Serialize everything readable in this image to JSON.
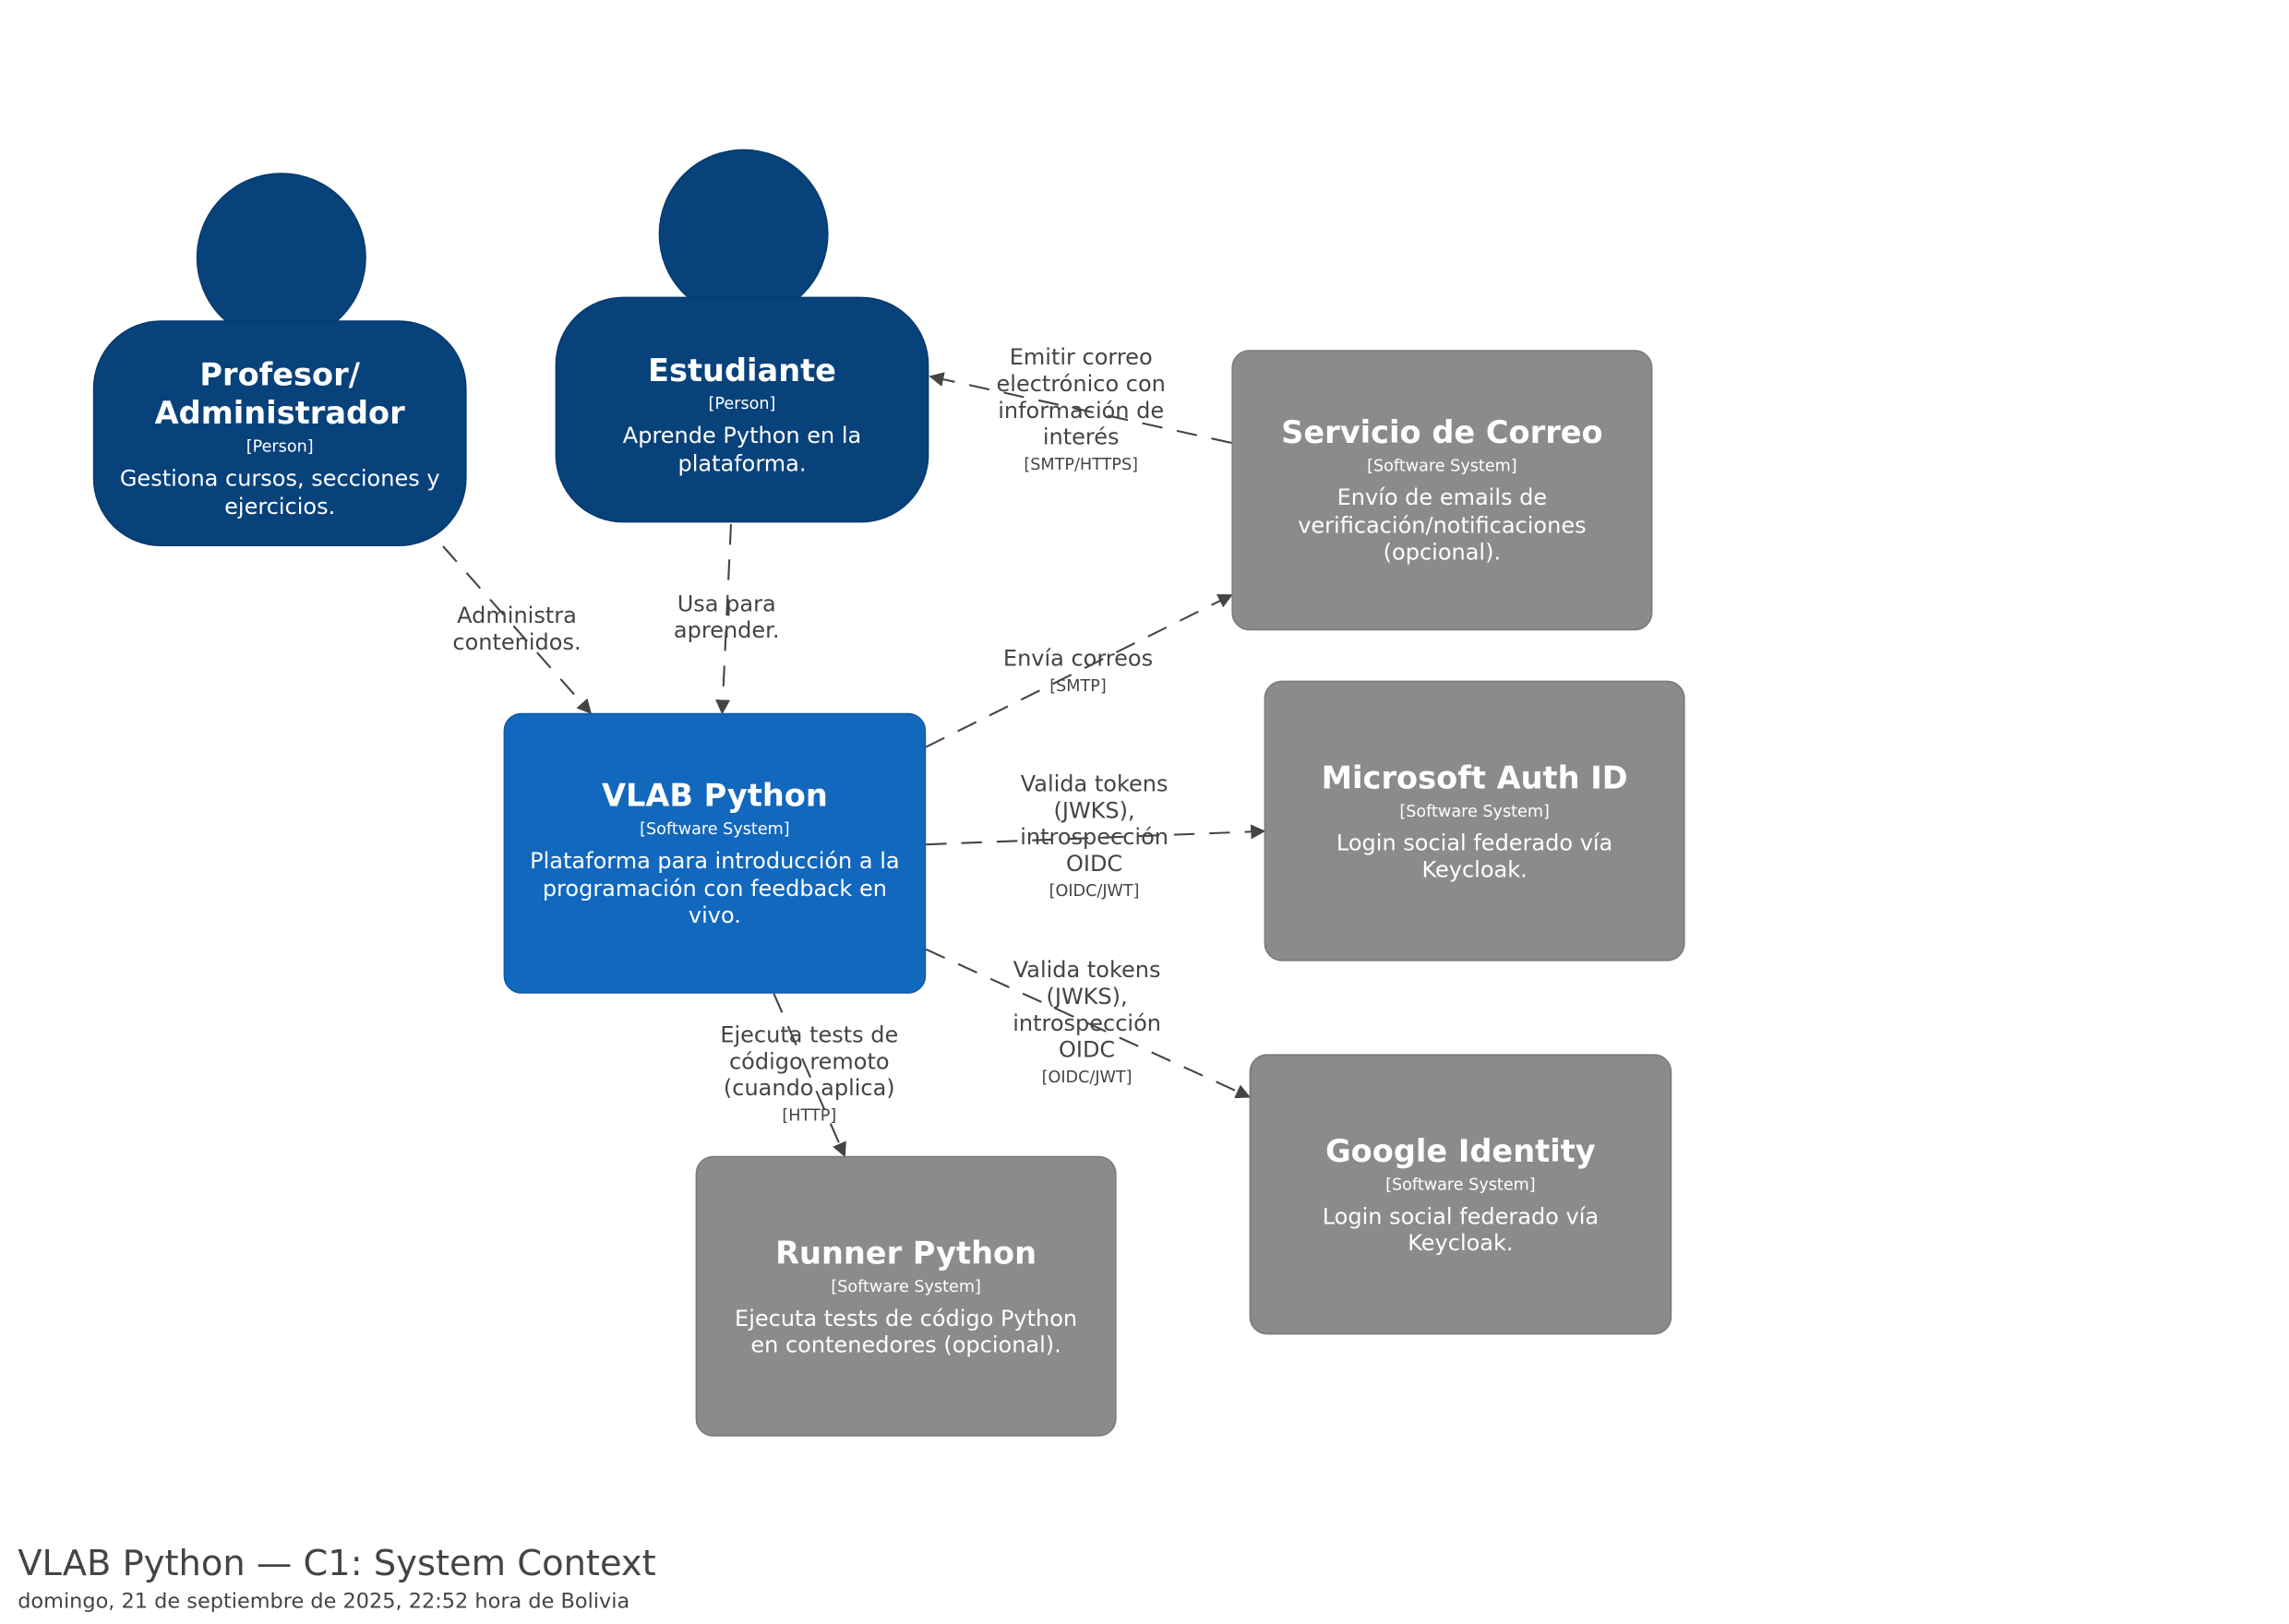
{
  "nodes": {
    "profesor": {
      "name": "Profesor/\nAdministrador",
      "tag": "[Person]",
      "desc": "Gestiona cursos, secciones y ejercicios."
    },
    "estudiante": {
      "name": "Estudiante",
      "tag": "[Person]",
      "desc": "Aprende Python en la plataforma."
    },
    "correo": {
      "name": "Servicio de Correo",
      "tag": "[Software System]",
      "desc": "Envío de emails de verificación/notificaciones (opcional)."
    },
    "vlab": {
      "name": "VLAB Python",
      "tag": "[Software System]",
      "desc": "Plataforma para introducción a la programación con feedback en vivo."
    },
    "microsoft": {
      "name": "Microsoft Auth ID",
      "tag": "[Software System]",
      "desc": "Login social federado vía Keycloak."
    },
    "google": {
      "name": "Google Identity",
      "tag": "[Software System]",
      "desc": "Login social federado vía Keycloak."
    },
    "runner": {
      "name": "Runner Python",
      "tag": "[Software System]",
      "desc": "Ejecuta tests de código Python en contenedores (opcional)."
    }
  },
  "edges": {
    "profesor_vlab": {
      "text": "Administra\ncontenidos.",
      "tech": ""
    },
    "estudiante_vlab": {
      "text": "Usa para\naprender.",
      "tech": ""
    },
    "correo_estudiante": {
      "text": "Emitir correo\nelectrónico con\ninformación de\ninterés",
      "tech": "[SMTP/HTTPS]"
    },
    "vlab_correo": {
      "text": "Envía correos",
      "tech": "[SMTP]"
    },
    "vlab_microsoft": {
      "text": "Valida tokens\n(JWKS),\nintrospección\nOIDC",
      "tech": "[OIDC/JWT]"
    },
    "vlab_google": {
      "text": "Valida tokens\n(JWKS),\nintrospección\nOIDC",
      "tech": "[OIDC/JWT]"
    },
    "vlab_runner": {
      "text": "Ejecuta tests de\ncódigo remoto\n(cuando aplica)",
      "tech": "[HTTP]"
    }
  },
  "footer": {
    "title": "VLAB Python — C1: System Context",
    "date": "domingo, 21 de septiembre de 2025, 22:52 hora de Bolivia"
  },
  "colors": {
    "person": "#08427b",
    "internal_system": "#1168bd",
    "external_system": "#8b8b8b",
    "edge": "#444444"
  }
}
